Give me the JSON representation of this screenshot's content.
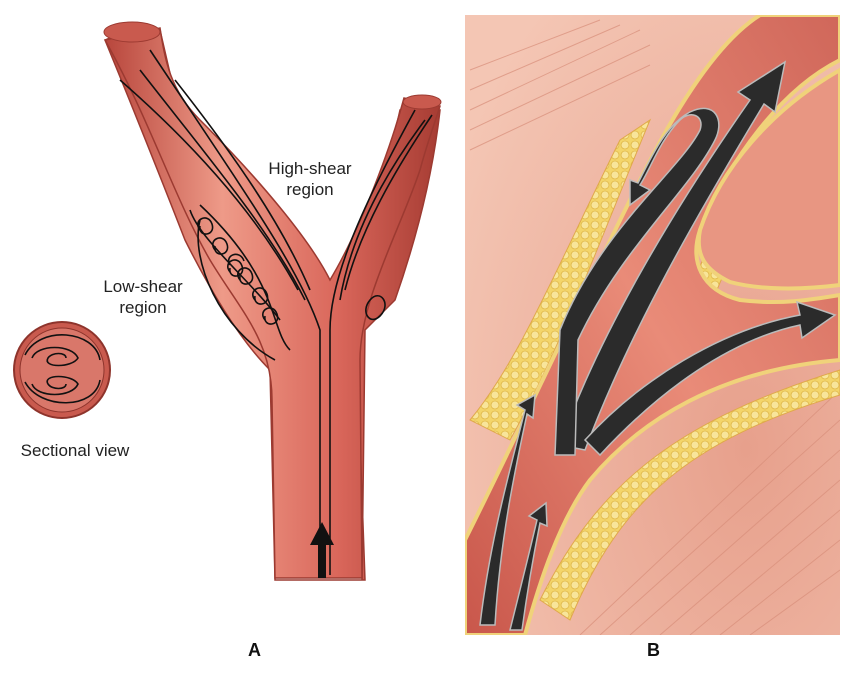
{
  "panel_a": {
    "high_shear_line1": "High-shear",
    "high_shear_line2": "region",
    "low_shear_line1": "Low-shear",
    "low_shear_line2": "region",
    "sectional_view": "Sectional view",
    "letter": "A"
  },
  "panel_b": {
    "letter": "B"
  },
  "colors": {
    "vessel": "#d9665a",
    "vessel_light": "#ee9a88",
    "vessel_dark": "#b8463c",
    "flow_line": "#111111",
    "fat": "#f3d56a",
    "tissue_bg": "#efb7a3"
  }
}
